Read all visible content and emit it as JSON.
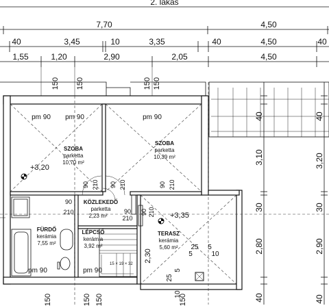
{
  "title": "2. lakás",
  "dims": {
    "row1": [
      "7,70",
      "4,50"
    ],
    "row2": [
      "40",
      "3,45",
      "10",
      "3,35",
      "40",
      "4,50",
      "40"
    ],
    "row3": [
      "1,55",
      "1,20",
      "2,90",
      "2,05",
      "4,50"
    ],
    "bottom": [
      "150",
      "150",
      "150",
      "150"
    ],
    "top_small": [
      "150",
      "150",
      "150",
      "150"
    ],
    "right_inner": [
      "40",
      "3,10",
      "30",
      "2,80",
      "40"
    ],
    "right_outer": [
      "40",
      "3,20",
      "30",
      "2,90",
      "40"
    ]
  },
  "rooms": {
    "room1": {
      "name": "SZOBA",
      "floor": "parketta",
      "area": "10,70 m²"
    },
    "room2": {
      "name": "SZOBA",
      "floor": "parketta",
      "area": "10,39 m²"
    },
    "hall": {
      "name": "KÖZLEKEDŐ",
      "floor": "parketta",
      "area": "2,23 m²"
    },
    "bath": {
      "name": "FÜRDŐ",
      "floor": "kerámia",
      "area": "7,55 m²"
    },
    "stair": {
      "name": "LÉPCSŐ",
      "floor": "kerámia",
      "area": "3,92 m²"
    },
    "terrace": {
      "name": "TERASZ",
      "floor": "kerámia",
      "area": "5,60 m²"
    }
  },
  "levels": {
    "main": "+3,20",
    "terrace": "+3,35"
  },
  "door_labels": {
    "pm1": "pm 90",
    "pm2": "pm 90",
    "pm3": "pm 90",
    "pm4": "pm 90",
    "pm5": "pm 90",
    "d90": "90",
    "d210": "210",
    "d90b": "90",
    "d210b": "210",
    "d90c": "90",
    "d210c": "210",
    "d90d": "90",
    "d210d": "210",
    "d90e": "90",
    "d210e": "210",
    "d90f": "90",
    "d210f": "210"
  },
  "terrace_dims": {
    "t1": "25",
    "t2": "5",
    "t3": "5",
    "t4": "10",
    "t5": "2,30",
    "t6": "25",
    "t7": "5",
    "t8": "10"
  },
  "stair_note": "15 × 19 × 32"
}
